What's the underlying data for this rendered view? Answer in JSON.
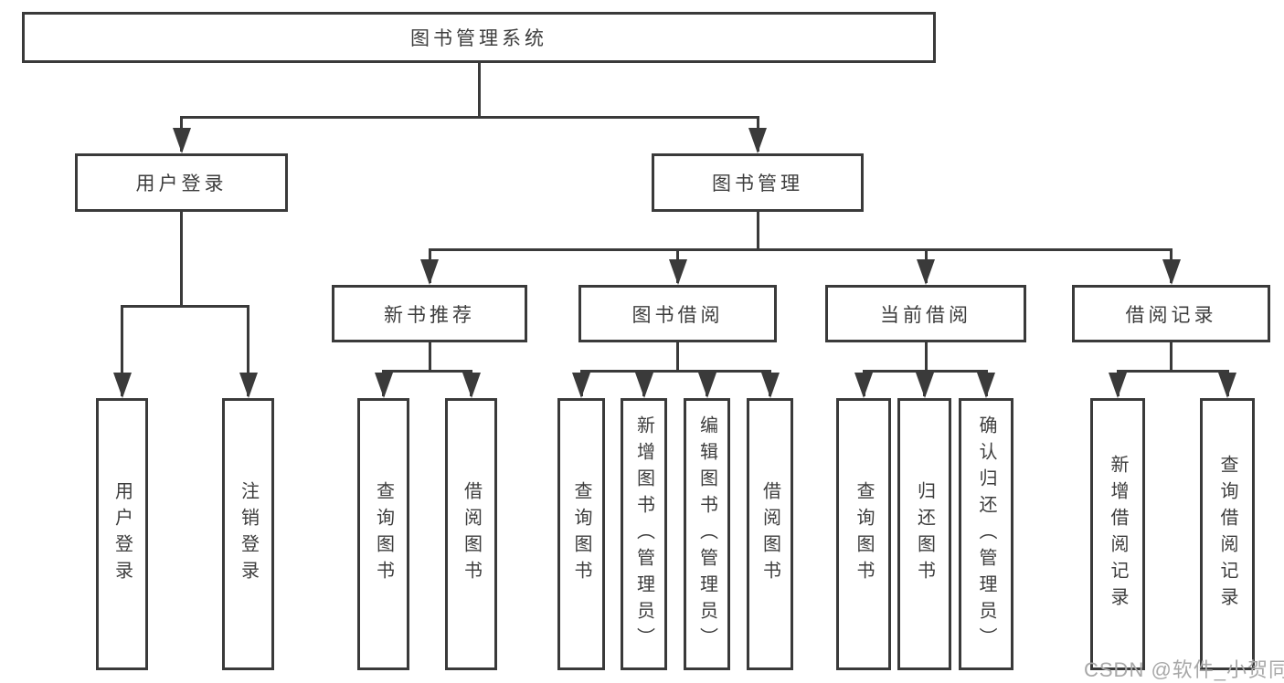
{
  "page": {
    "background": "#ffffff"
  },
  "diagram": {
    "ink_color": "#3a3a3a",
    "text_color": "#3d3d3d",
    "nodes": [
      {
        "id": "root",
        "label": "图书管理系统",
        "orientation": "horizontal"
      },
      {
        "id": "user-login",
        "label": "用户登录",
        "orientation": "horizontal"
      },
      {
        "id": "book-mgmt",
        "label": "图书管理",
        "orientation": "horizontal"
      },
      {
        "id": "new-book-rec",
        "label": "新书推荐",
        "orientation": "horizontal"
      },
      {
        "id": "book-borrow",
        "label": "图书借阅",
        "orientation": "horizontal"
      },
      {
        "id": "current-borrow",
        "label": "当前借阅",
        "orientation": "horizontal"
      },
      {
        "id": "borrow-records",
        "label": "借阅记录",
        "orientation": "horizontal"
      },
      {
        "id": "user-login-v",
        "label": "用户登录",
        "orientation": "vertical"
      },
      {
        "id": "logout-login",
        "label": "注销登录",
        "orientation": "vertical"
      },
      {
        "id": "query-books-1",
        "label": "查询图书",
        "orientation": "vertical"
      },
      {
        "id": "borrow-book-1",
        "label": "借阅图书",
        "orientation": "vertical"
      },
      {
        "id": "query-books-2",
        "label": "查询图书",
        "orientation": "vertical"
      },
      {
        "id": "add-book-admin",
        "label": "新增图书（管理员）",
        "orientation": "vertical"
      },
      {
        "id": "edit-book-admin",
        "label": "编辑图书（管理员）",
        "orientation": "vertical"
      },
      {
        "id": "borrow-book-2",
        "label": "借阅图书",
        "orientation": "vertical"
      },
      {
        "id": "query-books-3",
        "label": "查询图书",
        "orientation": "vertical"
      },
      {
        "id": "return-book",
        "label": "归还图书",
        "orientation": "vertical"
      },
      {
        "id": "confirm-return-admin",
        "label": "确认归还（管理员）",
        "orientation": "vertical"
      },
      {
        "id": "add-borrow-record",
        "label": "新增借阅记录",
        "orientation": "vertical"
      },
      {
        "id": "query-borrow-record",
        "label": "查询借阅记录",
        "orientation": "vertical"
      }
    ],
    "hierarchy": [
      {
        "parent": "root",
        "children": [
          "user-login",
          "book-mgmt"
        ]
      },
      {
        "parent": "user-login",
        "children": [
          "user-login-v",
          "logout-login"
        ]
      },
      {
        "parent": "book-mgmt",
        "children": [
          "new-book-rec",
          "book-borrow",
          "current-borrow",
          "borrow-records"
        ]
      },
      {
        "parent": "new-book-rec",
        "children": [
          "query-books-1",
          "borrow-book-1"
        ]
      },
      {
        "parent": "book-borrow",
        "children": [
          "query-books-2",
          "add-book-admin",
          "edit-book-admin",
          "borrow-book-2"
        ]
      },
      {
        "parent": "current-borrow",
        "children": [
          "query-books-3",
          "return-book",
          "confirm-return-admin"
        ]
      },
      {
        "parent": "borrow-records",
        "children": [
          "add-borrow-record",
          "query-borrow-record"
        ]
      }
    ]
  },
  "watermark": {
    "text": "CSDN @软件_小贺同学",
    "color": "#a8a8a8"
  }
}
